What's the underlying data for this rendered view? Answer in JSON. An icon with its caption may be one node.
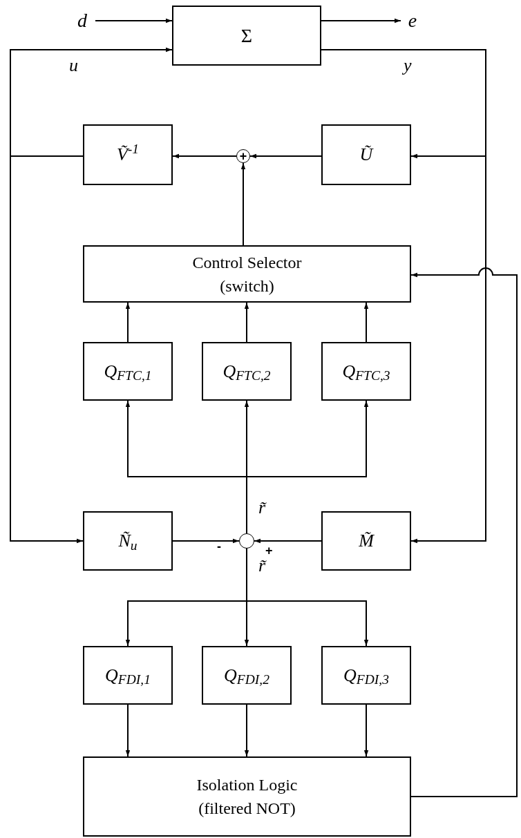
{
  "diagram": {
    "nodes": [
      {
        "text": [
          "Σ"
        ]
      },
      {
        "text": [
          "d"
        ]
      },
      {
        "text": [
          "e"
        ]
      },
      {
        "text": [
          "Ṽ$^{-1}$"
        ]
      },
      {
        "text": [
          "+"
        ]
      },
      {
        "text": [
          "Ũ"
        ]
      },
      {
        "text": [
          "Control Selector (switch)"
        ]
      },
      {
        "text": [
          "Q$_{FTC,1}$"
        ]
      },
      {
        "text": [
          "Q$_{FTC,2}$"
        ]
      },
      {
        "text": [
          "Q$_{FTC,3}$"
        ]
      },
      {
        "text": [
          "Ñ$_{u}$"
        ]
      },
      {
        "text": [],
        "shape": "circle"
      },
      {
        "text": [
          "M̃"
        ]
      },
      {
        "text": [
          "Q$_{FDI,1}$"
        ]
      },
      {
        "text": [
          "Q$_{FDI,2}$"
        ]
      },
      {
        "text": [
          "Q$_{FDI,3}$"
        ]
      },
      {
        "text": [
          "Isolation Logic (filtered NOT)"
        ]
      }
    ],
    "edges": [
      {
        "from": 1,
        "to": 0,
        "arrow": "to"
      },
      {
        "from": 0,
        "to": 2,
        "arrow": "to"
      },
      {
        "from": 0,
        "to": 5,
        "arrow": "to"
      },
      {
        "from": 0,
        "to": 12,
        "arrow": "to"
      },
      {
        "from": 5,
        "to": 4,
        "arrow": "to"
      },
      {
        "from": 4,
        "to": 3,
        "arrow": "to"
      },
      {
        "from": 6,
        "to": 4,
        "arrow": "to"
      },
      {
        "from": 3,
        "to": 0,
        "arrow": "to"
      },
      {
        "from": 3,
        "to": 10,
        "arrow": "to"
      },
      {
        "from": 7,
        "to": 6,
        "arrow": "to"
      },
      {
        "from": 8,
        "to": 6,
        "arrow": "to"
      },
      {
        "from": 9,
        "to": 6,
        "arrow": "to"
      },
      {
        "from": 11,
        "to": 7,
        "arrow": "to"
      },
      {
        "from": 11,
        "to": 8,
        "arrow": "to"
      },
      {
        "from": 11,
        "to": 9,
        "arrow": "to"
      },
      {
        "from": 10,
        "to": 11,
        "arrow": "to"
      },
      {
        "from": 12,
        "to": 11,
        "arrow": "to"
      },
      {
        "from": 11,
        "to": 13,
        "arrow": "to"
      },
      {
        "from": 11,
        "to": 14,
        "arrow": "to"
      },
      {
        "from": 11,
        "to": 15,
        "arrow": "to"
      },
      {
        "from": 13,
        "to": 16,
        "arrow": "to"
      },
      {
        "from": 14,
        "to": 16,
        "arrow": "to"
      },
      {
        "from": 15,
        "to": 16,
        "arrow": "to"
      },
      {
        "from": 16,
        "to": 6,
        "arrow": "to"
      }
    ],
    "labels": [
      "u",
      "y",
      "r̃",
      "r̃",
      "-",
      "+"
    ]
  }
}
